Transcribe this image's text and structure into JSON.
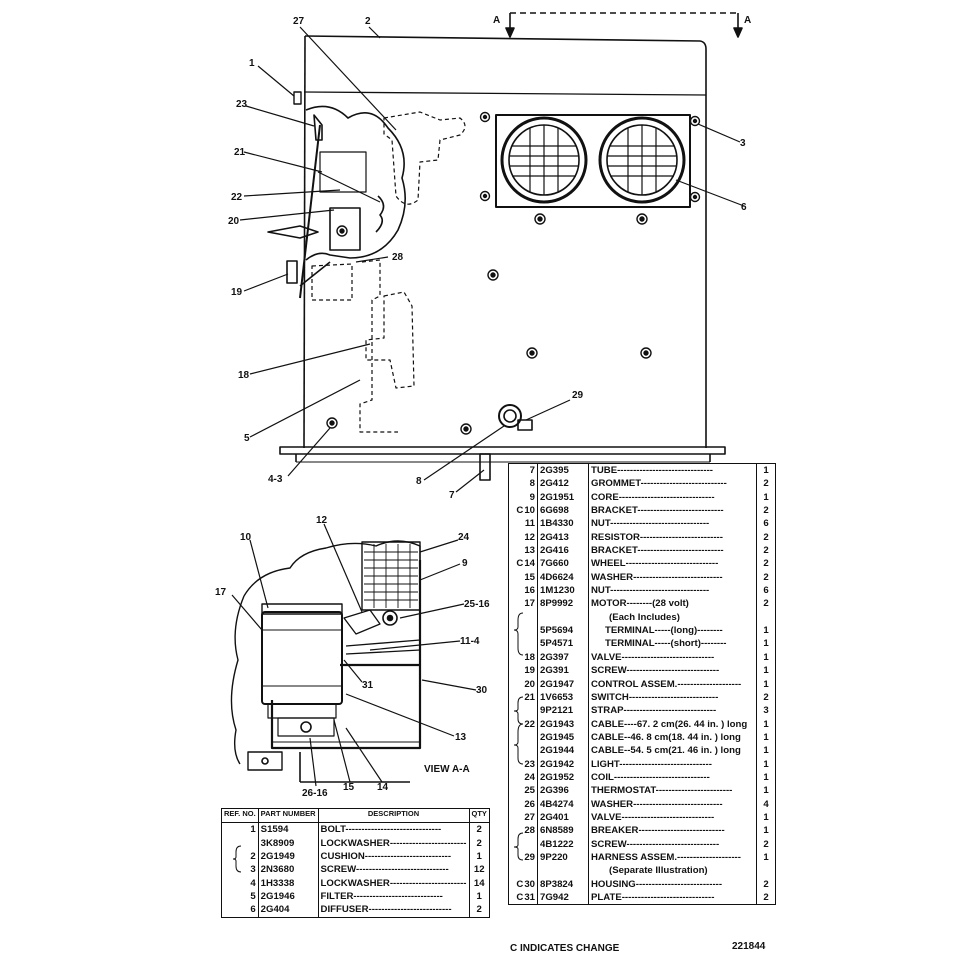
{
  "section_label": "A",
  "view_label": "VIEW A-A",
  "callouts_main": [
    "27",
    "2",
    "1",
    "23",
    "21",
    "22",
    "20",
    "28",
    "19",
    "18",
    "5",
    "4-3",
    "8",
    "7",
    "29",
    "3",
    "6"
  ],
  "callouts_view": [
    "12",
    "24",
    "10",
    "9",
    "17",
    "25-16",
    "11-4",
    "31",
    "30",
    "13",
    "26-16",
    "15",
    "14"
  ],
  "table_headers": {
    "ref": "REF. NO.",
    "part": "PART NUMBER",
    "desc": "DESCRIPTION",
    "qty": "QTY"
  },
  "right_table": [
    {
      "c": "",
      "ref": "7",
      "part": "2G395",
      "desc": "TUBE",
      "qty": "1"
    },
    {
      "c": "",
      "ref": "8",
      "part": "2G412",
      "desc": "GROMMET",
      "qty": "2"
    },
    {
      "c": "",
      "ref": "9",
      "part": "2G1951",
      "desc": "CORE",
      "qty": "1"
    },
    {
      "c": "C",
      "ref": "10",
      "part": "6G698",
      "desc": "BRACKET",
      "qty": "2"
    },
    {
      "c": "",
      "ref": "11",
      "part": "1B4330",
      "desc": "NUT",
      "qty": "6"
    },
    {
      "c": "",
      "ref": "12",
      "part": "2G413",
      "desc": "RESISTOR",
      "qty": "2"
    },
    {
      "c": "",
      "ref": "13",
      "part": "2G416",
      "desc": "BRACKET",
      "qty": "2"
    },
    {
      "c": "C",
      "ref": "14",
      "part": "7G660",
      "desc": "WHEEL",
      "qty": "2"
    },
    {
      "c": "",
      "ref": "15",
      "part": "4D6624",
      "desc": "WASHER",
      "qty": "2"
    },
    {
      "c": "",
      "ref": "16",
      "part": "1M1230",
      "desc": "NUT",
      "qty": "6"
    },
    {
      "c": "",
      "ref": "17",
      "part": "8P9992",
      "desc": "MOTOR--------(28 volt)",
      "qty": "2"
    },
    {
      "c": "",
      "ref": "",
      "part": "",
      "desc": "(Each Includes)",
      "qty": ""
    },
    {
      "c": "",
      "ref": "",
      "part": "5P5694",
      "desc": "TERMINAL-----(long)",
      "qty": "1"
    },
    {
      "c": "",
      "ref": "",
      "part": "5P4571",
      "desc": "TERMINAL-----(short)",
      "qty": "1"
    },
    {
      "c": "",
      "ref": "18",
      "part": "2G397",
      "desc": "VALVE",
      "qty": "1"
    },
    {
      "c": "",
      "ref": "19",
      "part": "2G391",
      "desc": "SCREW",
      "qty": "1"
    },
    {
      "c": "",
      "ref": "20",
      "part": "2G1947",
      "desc": "CONTROL ASSEM.",
      "qty": "1"
    },
    {
      "c": "",
      "ref": "21",
      "part": "1V6653",
      "desc": "SWITCH",
      "qty": "2"
    },
    {
      "c": "",
      "ref": "",
      "part": "9P2121",
      "desc": "STRAP",
      "qty": "3"
    },
    {
      "c": "",
      "ref": "22",
      "part": "2G1943",
      "desc": "CABLE----67. 2 cm(26. 44 in. ) long",
      "qty": "1"
    },
    {
      "c": "",
      "ref": "",
      "part": "2G1945",
      "desc": "CABLE--46. 8 cm(18. 44 in. ) long",
      "qty": "1"
    },
    {
      "c": "",
      "ref": "",
      "part": "2G1944",
      "desc": "CABLE--54. 5 cm(21. 46 in. ) long",
      "qty": "1"
    },
    {
      "c": "",
      "ref": "23",
      "part": "2G1942",
      "desc": "LIGHT",
      "qty": "1"
    },
    {
      "c": "",
      "ref": "24",
      "part": "2G1952",
      "desc": "COIL",
      "qty": "1"
    },
    {
      "c": "",
      "ref": "25",
      "part": "2G396",
      "desc": "THERMOSTAT",
      "qty": "1"
    },
    {
      "c": "",
      "ref": "26",
      "part": "4B4274",
      "desc": "WASHER",
      "qty": "4"
    },
    {
      "c": "",
      "ref": "27",
      "part": "2G401",
      "desc": "VALVE",
      "qty": "1"
    },
    {
      "c": "",
      "ref": "28",
      "part": "6N8589",
      "desc": "BREAKER",
      "qty": "1"
    },
    {
      "c": "",
      "ref": "",
      "part": "4B1222",
      "desc": "SCREW",
      "qty": "2"
    },
    {
      "c": "",
      "ref": "29",
      "part": "9P220",
      "desc": "HARNESS ASSEM.",
      "qty": "1"
    },
    {
      "c": "",
      "ref": "",
      "part": "",
      "desc": "(Separate Illustration)",
      "qty": ""
    },
    {
      "c": "C",
      "ref": "30",
      "part": "8P3824",
      "desc": "HOUSING",
      "qty": "2"
    },
    {
      "c": "C",
      "ref": "31",
      "part": "7G942",
      "desc": "PLATE",
      "qty": "2"
    }
  ],
  "left_table": [
    {
      "ref": "1",
      "part": "S1594",
      "desc": "BOLT",
      "qty": "2"
    },
    {
      "ref": "",
      "part": "3K8909",
      "desc": "LOCKWASHER",
      "qty": "2"
    },
    {
      "ref": "2",
      "part": "2G1949",
      "desc": "CUSHION",
      "qty": "1"
    },
    {
      "ref": "3",
      "part": "2N3680",
      "desc": "SCREW",
      "qty": "12"
    },
    {
      "ref": "4",
      "part": "1H3338",
      "desc": "LOCKWASHER",
      "qty": "14"
    },
    {
      "ref": "5",
      "part": "2G1946",
      "desc": "FILTER",
      "qty": "1"
    },
    {
      "ref": "6",
      "part": "2G404",
      "desc": "DIFFUSER",
      "qty": "2"
    }
  ],
  "footer": {
    "note": "C INDICATES CHANGE",
    "number": "221844"
  }
}
